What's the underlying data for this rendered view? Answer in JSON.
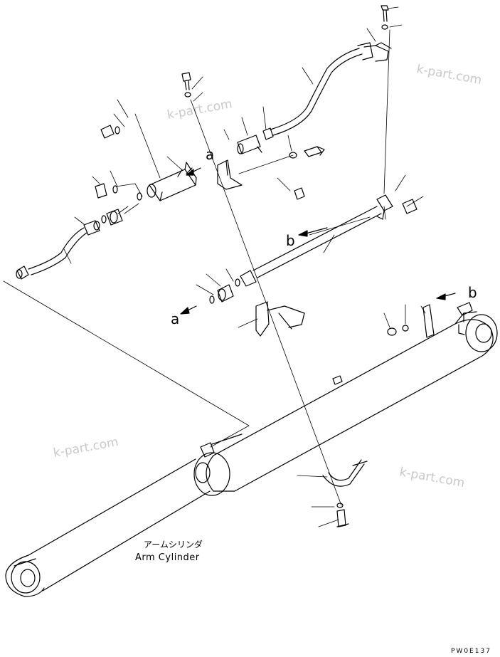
{
  "diagram": {
    "cylinder_label_jp": "アームシリンダ",
    "cylinder_label_en": "Arm Cylinder",
    "ref_a_upper": "a",
    "ref_a_lower": "a",
    "ref_b_upper": "b",
    "ref_b_right": "b",
    "drawing_code": "PW0E137"
  },
  "watermarks": [
    "k-part.com",
    "k-part.com",
    "k-part.com",
    "k-part.com"
  ]
}
